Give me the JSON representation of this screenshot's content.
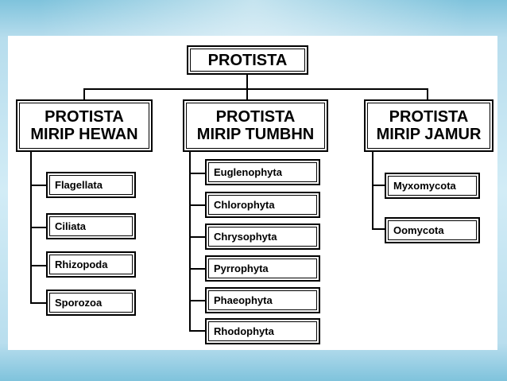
{
  "root": {
    "label": "PROTISTA"
  },
  "groups": [
    {
      "line1": "PROTISTA",
      "line2": "MIRIP HEWAN",
      "items": [
        "Flagellata",
        "Ciliata",
        "Rhizopoda",
        "Sporozoa"
      ]
    },
    {
      "line1": "PROTISTA",
      "line2": "MIRIP TUMBHN",
      "items": [
        "Euglenophyta",
        "Chlorophyta",
        "Chrysophyta",
        "Pyrrophyta",
        "Phaeophyta",
        "Rhodophyta"
      ]
    },
    {
      "line1": "PROTISTA",
      "line2": "MIRIP JAMUR",
      "items": [
        "Myxomycota",
        "Oomycota"
      ]
    }
  ]
}
